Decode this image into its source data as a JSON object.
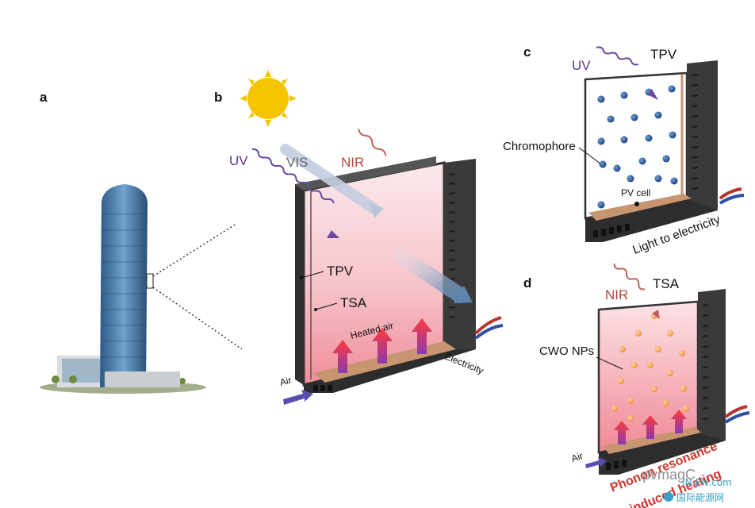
{
  "panels": {
    "a": {
      "letter": "a"
    },
    "b": {
      "letter": "b",
      "uv": "UV",
      "vis": "VIS",
      "nir": "NIR",
      "tpv": "TPV",
      "tsa": "TSA",
      "heated_air": "Heated air",
      "air": "Air",
      "electricity": "Electricity"
    },
    "c": {
      "letter": "c",
      "title": "TPV",
      "uv": "UV",
      "chromophore": "Chromophore",
      "pv_cell": "PV cell",
      "light_to_electricity": "Light to electricity"
    },
    "d": {
      "letter": "d",
      "title": "TSA",
      "nir": "NIR",
      "cwo": "CWO NPs",
      "air": "Air",
      "phonon_line1": "Phonon resonance",
      "phonon_line2": "induced heating"
    }
  },
  "watermark": {
    "brand": "pvmagC",
    "site": "IN-EN.com",
    "site_cn": "国际能源网"
  },
  "colors": {
    "uv": "#5b3a8c",
    "nir": "#b5453a",
    "heated_red": "#e0483c",
    "glass_pink": "#f6b8bf",
    "frame": "#3a3a3a",
    "sun": "#f5c400"
  }
}
